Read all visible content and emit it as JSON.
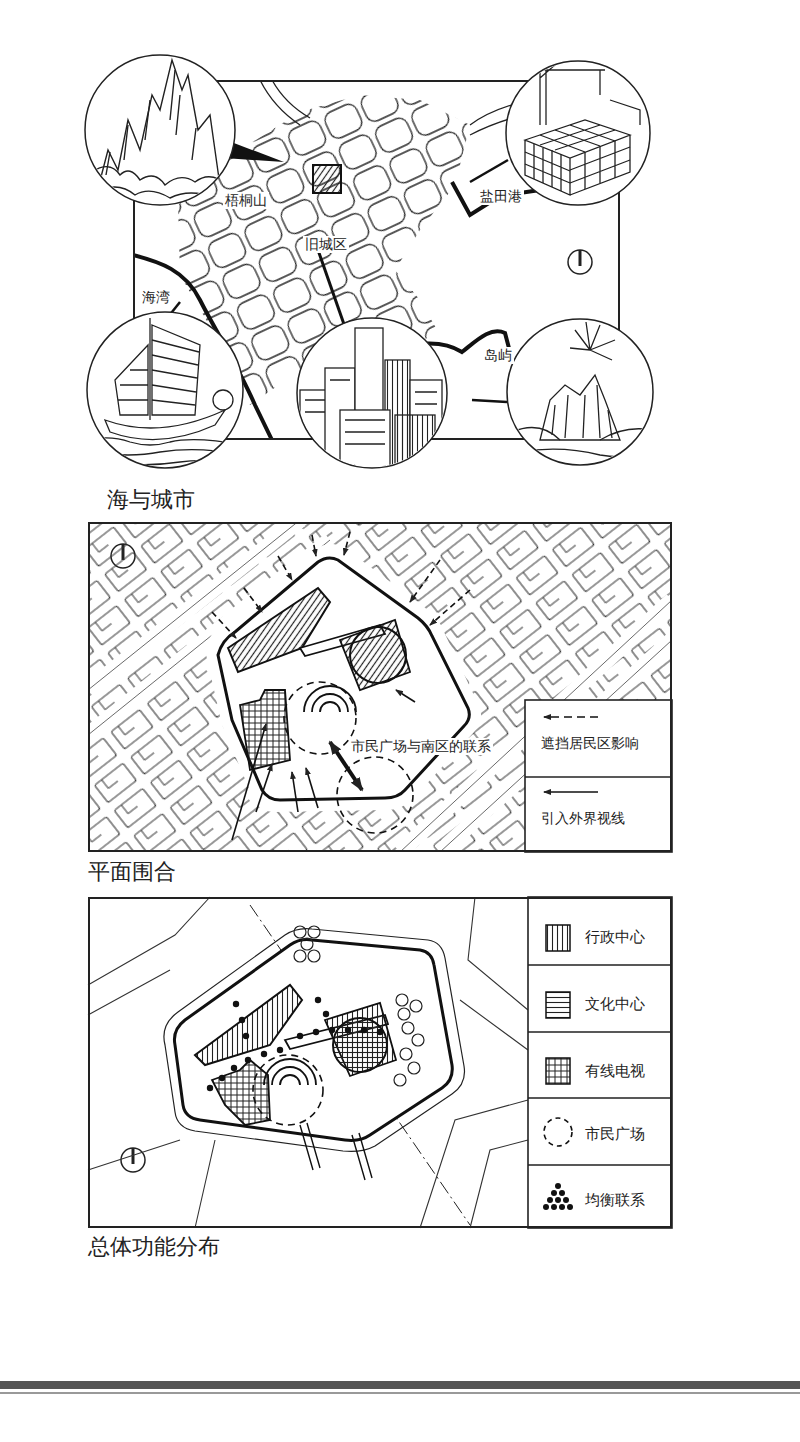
{
  "diagram": {
    "nodes": [
      {
        "text": [
          "海与城市"
        ]
      },
      {
        "text": [
          "平面围合"
        ]
      },
      {
        "text": [
          "总体功能分布"
        ]
      }
    ],
    "labels": [
      "梧桐山",
      "盐田港",
      "旧城区",
      "海湾",
      "岛屿",
      "市民广场与南区的联系"
    ],
    "legend": [
      {
        "text": "遮挡居民区影响"
      },
      {
        "text": "引入外界视线"
      },
      {
        "text": "行政中心"
      },
      {
        "text": "文化中心"
      },
      {
        "text": "有线电视"
      },
      {
        "text": "市民广场"
      },
      {
        "text": "均衡联系"
      }
    ]
  }
}
